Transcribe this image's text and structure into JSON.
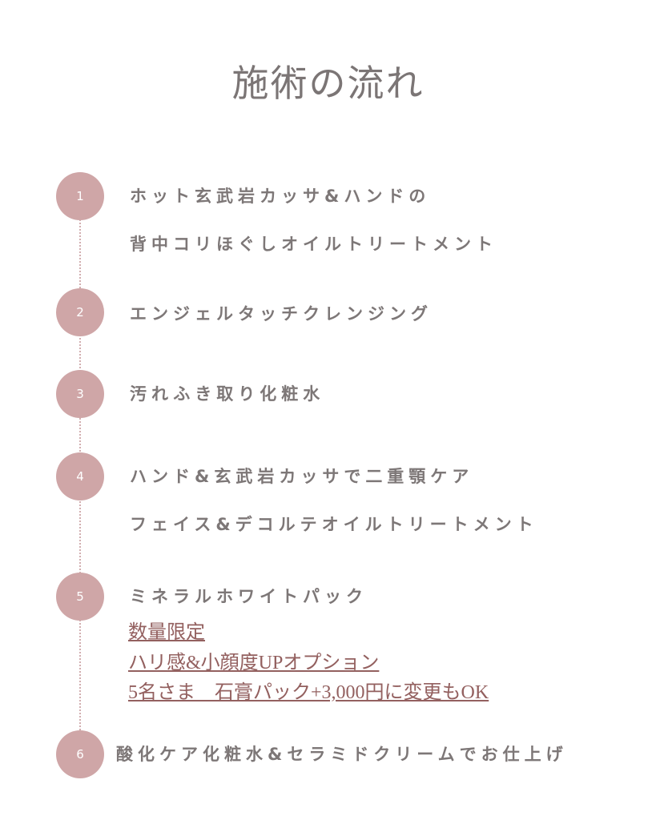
{
  "title": "施術の流れ",
  "steps": [
    {
      "number": "1",
      "lines": [
        "ホット玄武岩カッサ&ハンドの",
        "背中コリほぐしオイルトリートメント"
      ]
    },
    {
      "number": "2",
      "lines": [
        "エンジェルタッチクレンジング"
      ]
    },
    {
      "number": "3",
      "lines": [
        "汚れふき取り化粧水"
      ]
    },
    {
      "number": "4",
      "lines": [
        "ハンド&玄武岩カッサで二重顎ケア",
        "フェイス&デコルテオイルトリートメント"
      ]
    },
    {
      "number": "5",
      "lines": [
        "ミネラルホワイトパック"
      ],
      "option_links": [
        "数量限定",
        "ハリ感&小顔度UPオプション",
        "5名さま　石膏パック+3,000円に変更もOK"
      ]
    },
    {
      "number": "6",
      "lines": [
        "酸化ケア化粧水&セラミドクリームでお仕上げ"
      ]
    }
  ],
  "colors": {
    "circle": "#cfa6a7",
    "text": "#7d7777",
    "link": "#93605f"
  }
}
